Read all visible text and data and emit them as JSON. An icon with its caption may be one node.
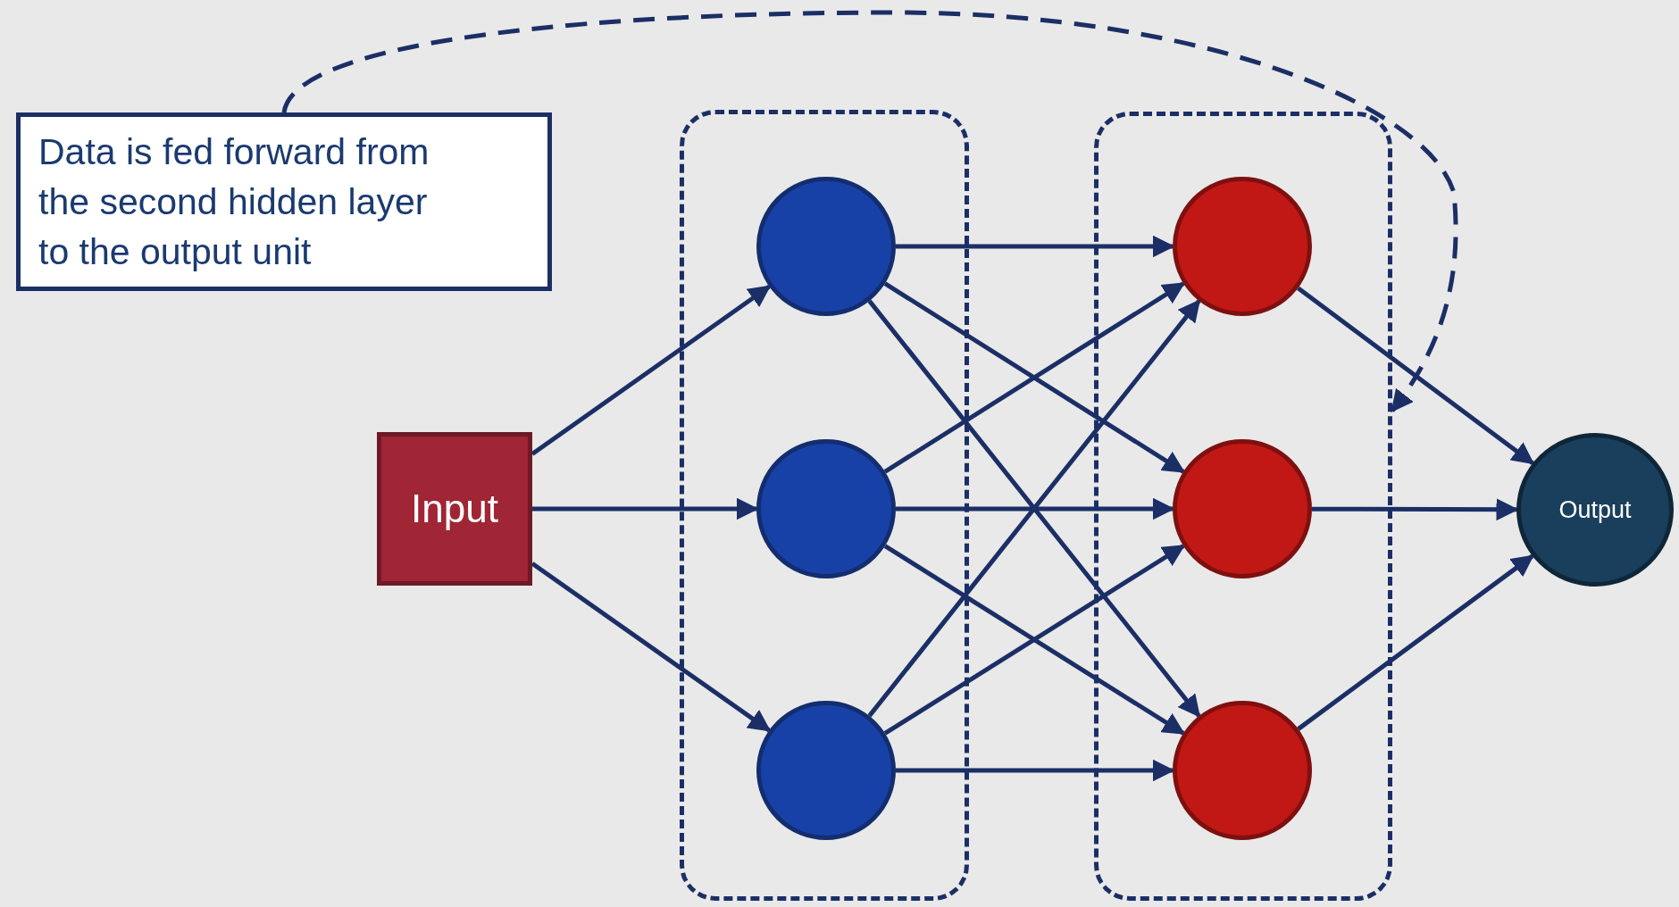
{
  "diagram": {
    "nodes": [
      {
        "text": [
          "Data is fed forward from the second hidden layer to the output unit"
        ]
      },
      {
        "text": [
          "Input"
        ]
      },
      {
        "text": [],
        "shape": "box"
      },
      {
        "text": [],
        "shape": "circle",
        "in": 2
      },
      {
        "text": [],
        "shape": "circle",
        "in": 2
      },
      {
        "text": [],
        "shape": "circle",
        "in": 2
      },
      {
        "text": [],
        "shape": "box"
      },
      {
        "text": [],
        "shape": "circle",
        "in": 6
      },
      {
        "text": [],
        "shape": "circle",
        "in": 6
      },
      {
        "text": [],
        "shape": "circle",
        "in": 6
      },
      {
        "text": [
          "Output"
        ]
      }
    ],
    "edges": [
      {
        "from": 1,
        "to": 3,
        "arrow": "to"
      },
      {
        "from": 1,
        "to": 4,
        "arrow": "to"
      },
      {
        "from": 1,
        "to": 5,
        "arrow": "to"
      },
      {
        "from": 3,
        "to": 7,
        "arrow": "to"
      },
      {
        "from": 3,
        "to": 8,
        "arrow": "to"
      },
      {
        "from": 3,
        "to": 9,
        "arrow": "to"
      },
      {
        "from": 4,
        "to": 7,
        "arrow": "to"
      },
      {
        "from": 4,
        "to": 8,
        "arrow": "to"
      },
      {
        "from": 4,
        "to": 9,
        "arrow": "to"
      },
      {
        "from": 5,
        "to": 7,
        "arrow": "to"
      },
      {
        "from": 5,
        "to": 8,
        "arrow": "to"
      },
      {
        "from": 5,
        "to": 9,
        "arrow": "to"
      },
      {
        "from": 7,
        "to": 10,
        "arrow": "to"
      },
      {
        "from": 8,
        "to": 10,
        "arrow": "to"
      },
      {
        "from": 9,
        "to": 10,
        "arrow": "to"
      },
      {
        "from": 0,
        "to": 6,
        "arrow": "to",
        "style": "dashed"
      }
    ]
  }
}
